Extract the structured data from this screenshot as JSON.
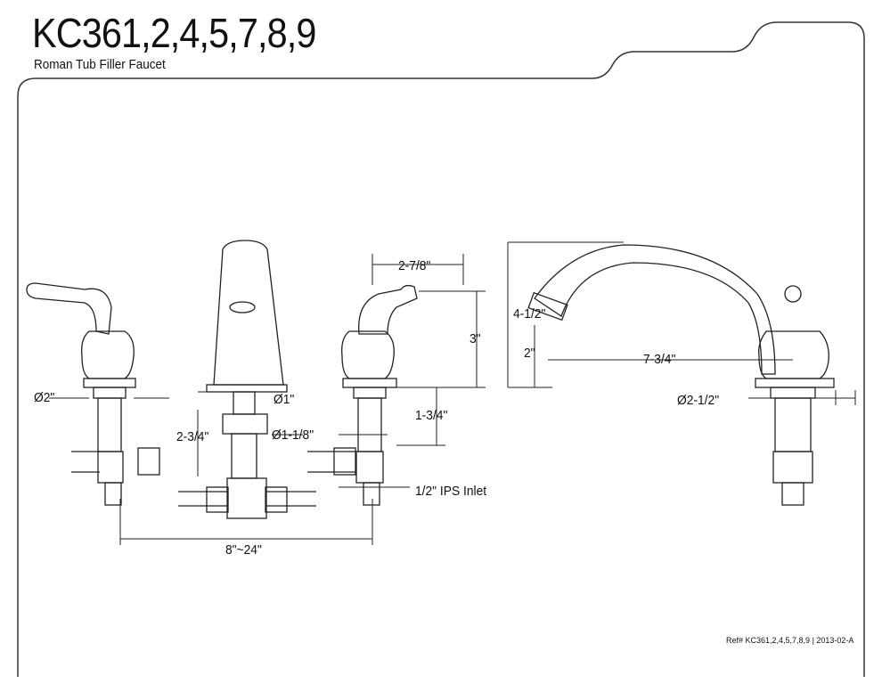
{
  "title": "KC361,2,4,5,7,8,9",
  "subtitle": "Roman Tub Filler Faucet",
  "dimensions": {
    "handle_base_dia": "Ø2\"",
    "spout_offset": "2-7/8\"",
    "handle_height": "3\"",
    "spout_base_dia": "Ø1\"",
    "riser_height": "2-3/4\"",
    "shank_dia": "Ø1-1/8\"",
    "shank_length": "1-3/4\"",
    "inlet": "1/2\" IPS Inlet",
    "spread": "8\"~24\"",
    "overall_height": "4-1/2\"",
    "spout_clearance": "2\"",
    "spout_reach": "7-3/4\"",
    "side_base_dia": "Ø2-1/2\""
  },
  "ref": "Ref# KC361,2,4,5,7,8,9 | 2013-02-A"
}
